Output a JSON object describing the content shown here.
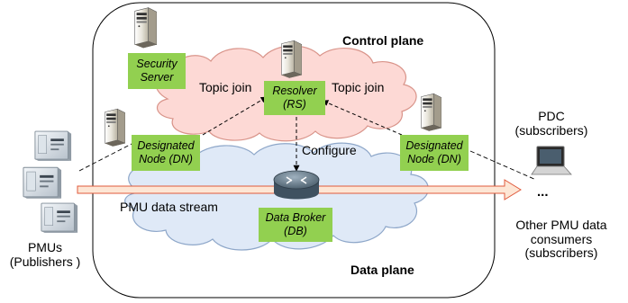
{
  "planes": {
    "control": "Control plane",
    "data": "Data plane"
  },
  "nodes": {
    "security_server": [
      "Security",
      "Server"
    ],
    "resolver": [
      "Resolver",
      "(RS)"
    ],
    "designated_left": [
      "Designated",
      "Node (DN)"
    ],
    "designated_right": [
      "Designated",
      "Node (DN)"
    ],
    "data_broker": [
      "Data Broker",
      "(DB)"
    ]
  },
  "edges": {
    "topic_join_left": "Topic join",
    "topic_join_right": "Topic join",
    "configure": "Configure",
    "stream": "PMU data stream"
  },
  "external": {
    "pmus": [
      "PMUs",
      "(Publishers )"
    ],
    "pdc": [
      "PDC",
      "(subscribers)"
    ],
    "ellipsis": "...",
    "consumers": [
      "Other PMU data",
      "consumers",
      "(subscribers)"
    ]
  },
  "icons": {
    "server": "server-tower-icon",
    "router": "router-icon",
    "pmu": "pmu-device-icon",
    "laptop": "laptop-icon"
  },
  "colors": {
    "node_fill": "#92d050",
    "cloud_fill": "#fdd9d5",
    "cloud_stroke": "#d9948a",
    "data_cloud_fill": "#dfe9f7",
    "data_cloud_stroke": "#8ea7c9",
    "stream_fill": "#fde6d5",
    "stream_stroke": "#e05a3c"
  }
}
